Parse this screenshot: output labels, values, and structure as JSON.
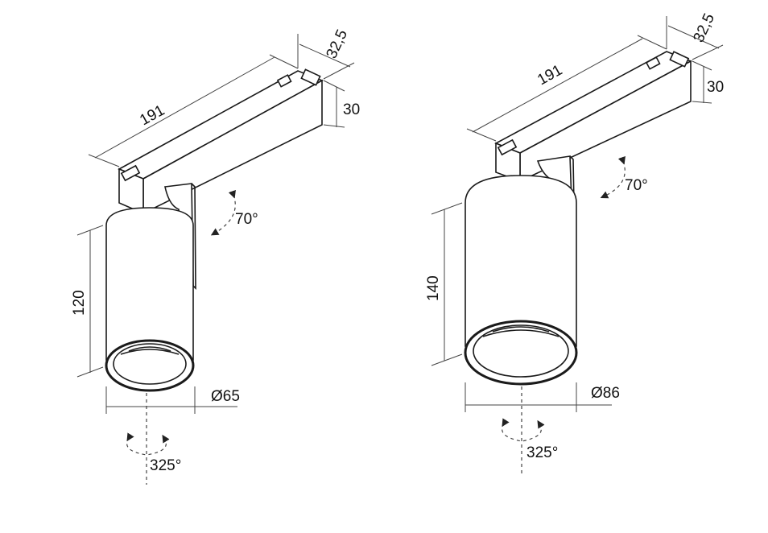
{
  "left_fixture": {
    "rail_length": "191",
    "rail_width": "32,5",
    "rail_height": "30",
    "height": "120",
    "diameter": "Ø65",
    "tilt_angle": "70°",
    "rotation_angle": "325°"
  },
  "right_fixture": {
    "rail_length": "191",
    "rail_width": "32,5",
    "rail_height": "30",
    "height": "140",
    "diameter": "Ø86",
    "tilt_angle": "70°",
    "rotation_angle": "325°"
  }
}
